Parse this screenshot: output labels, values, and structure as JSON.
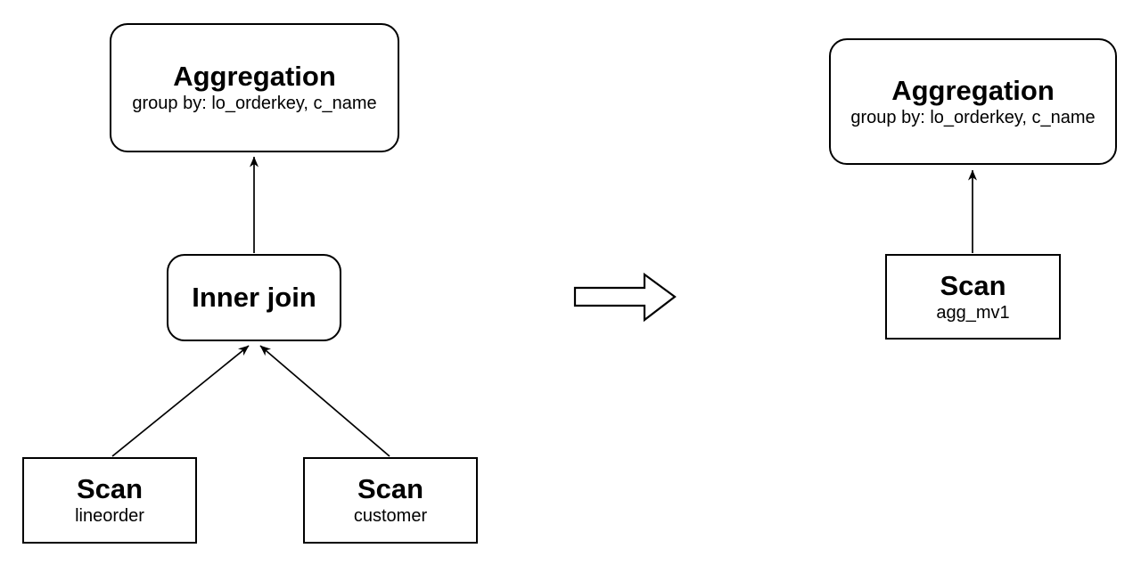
{
  "diagram": {
    "description": "Query plan rewrite: join plan replaced by materialized view scan",
    "before_plan": {
      "aggregation": {
        "title": "Aggregation",
        "subtitle": "group by: lo_orderkey, c_name"
      },
      "inner_join": {
        "title": "Inner join"
      },
      "scan_lineorder": {
        "title": "Scan",
        "subtitle": "lineorder"
      },
      "scan_customer": {
        "title": "Scan",
        "subtitle": "customer"
      }
    },
    "after_plan": {
      "aggregation": {
        "title": "Aggregation",
        "subtitle": "group by: lo_orderkey, c_name"
      },
      "scan_mv": {
        "title": "Scan",
        "subtitle": "agg_mv1"
      }
    },
    "colors": {
      "stroke": "#000000",
      "node_fill": "#ffffff",
      "background": "#ffffff"
    }
  }
}
